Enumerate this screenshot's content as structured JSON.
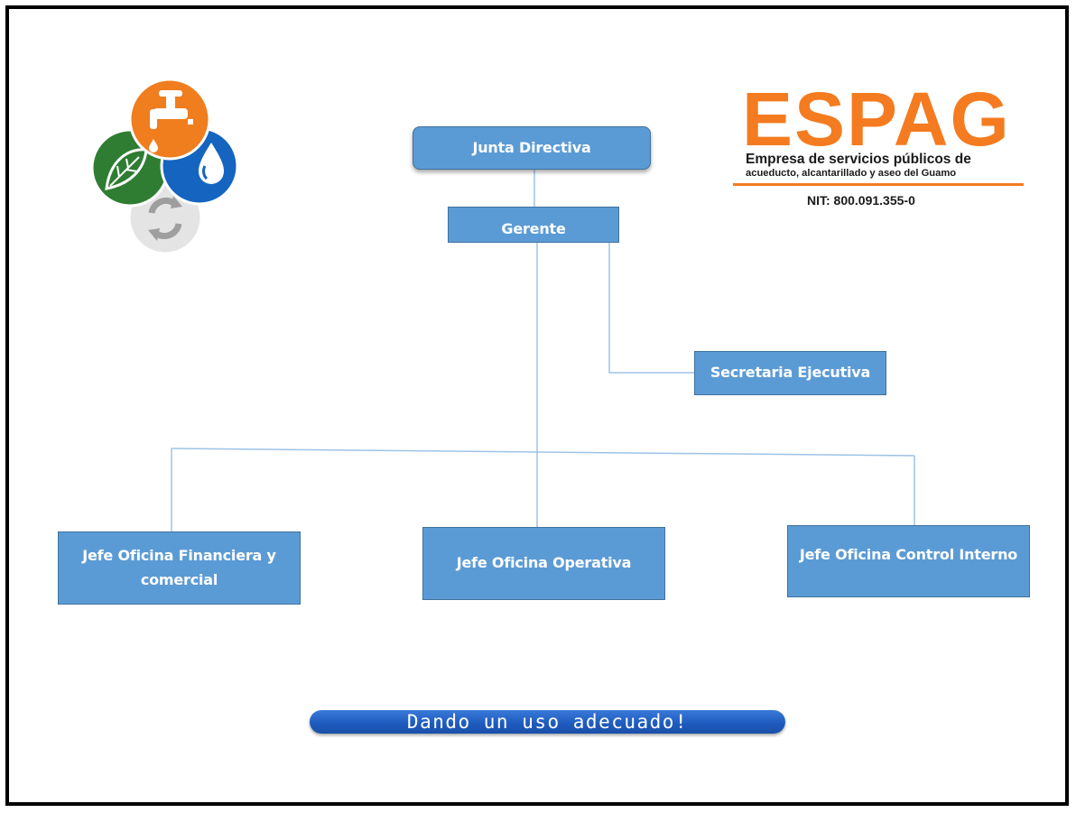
{
  "org_chart": {
    "junta": "Junta Directiva",
    "gerente": "Gerente",
    "secretaria": "Secretaria Ejecutiva",
    "financiera_line1": "Jefe Oficina Financiera y",
    "financiera_line2": "comercial",
    "operativa": "Jefe Oficina Operativa",
    "control": "Jefe Oficina Control Interno"
  },
  "brand": {
    "name": "ESPAG",
    "tagline_line1": "Empresa de servicios públicos de",
    "tagline_line2": "acueducto, alcantarillado y aseo del Guamo",
    "nit": "NIT: 800.091.355-0"
  },
  "slogan": "Dando un uso adecuado!",
  "colors": {
    "box": "#5b9bd5",
    "connector": "#9dc3e6",
    "brand_orange": "#f47b20",
    "slogan_blue": "#1f5cc0",
    "logo_orange": "#f07d1e",
    "logo_green": "#2e7d32",
    "logo_blue": "#1565c0",
    "logo_gray": "#e3e3e3"
  },
  "icons": [
    "faucet-icon",
    "leaf-icon",
    "water-drop-icon",
    "recycle-icon"
  ]
}
